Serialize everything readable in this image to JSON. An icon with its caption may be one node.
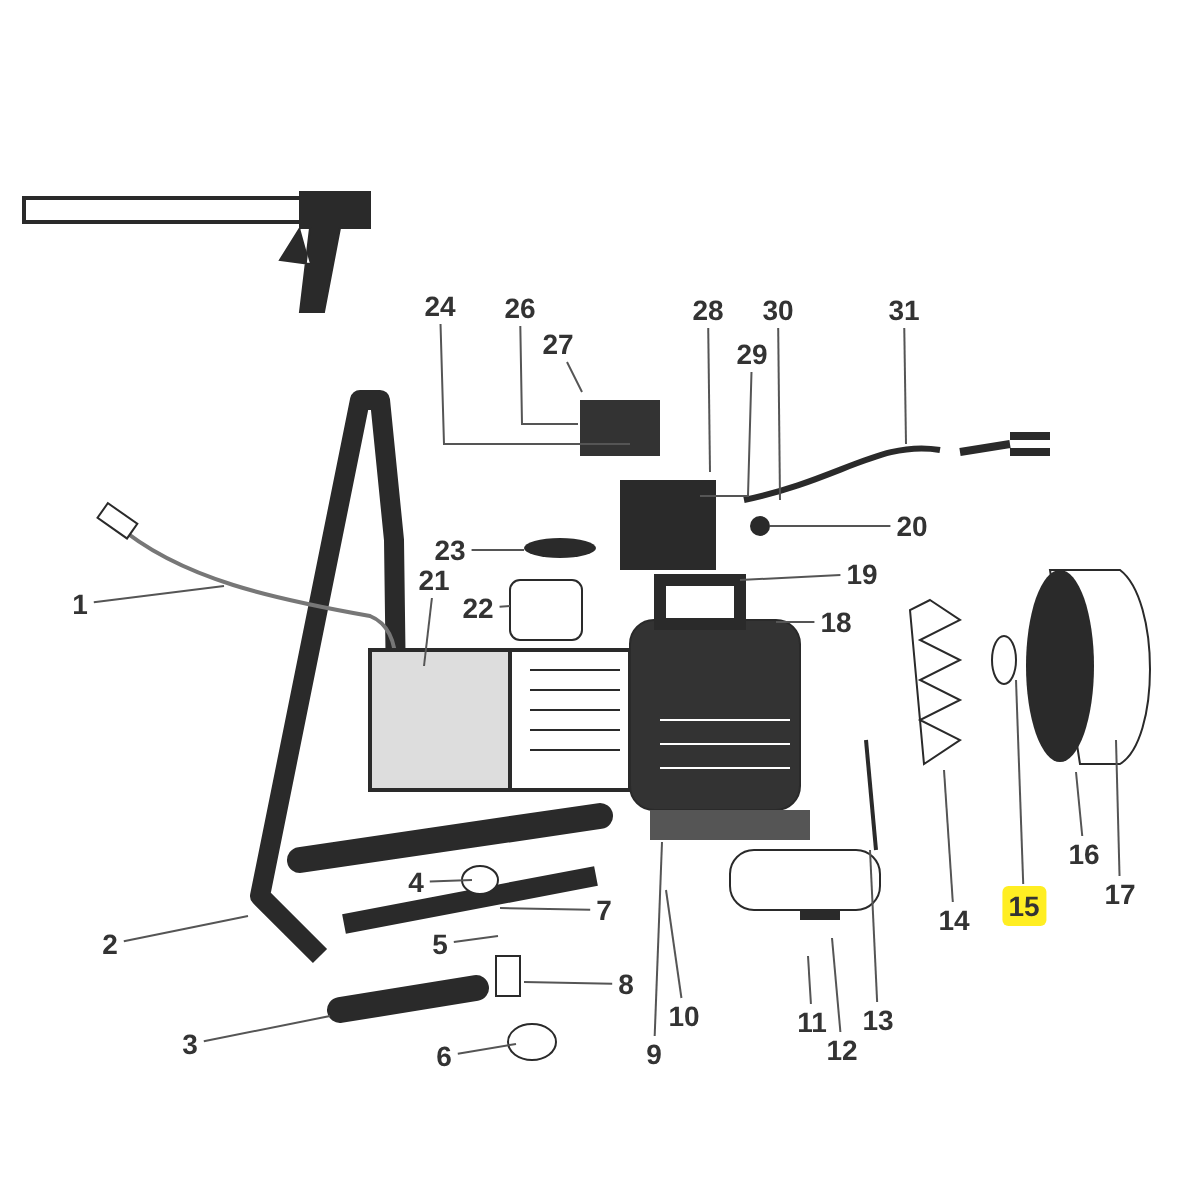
{
  "diagram": {
    "nodes": [
      {
        "text": [
          "1"
        ]
      },
      {
        "text": [
          "2"
        ]
      },
      {
        "text": [
          "3"
        ]
      },
      {
        "text": [
          "4"
        ]
      },
      {
        "text": [
          "5"
        ]
      },
      {
        "text": [
          "6"
        ]
      },
      {
        "text": [
          "7"
        ]
      },
      {
        "text": [
          "8"
        ]
      },
      {
        "text": [
          "9"
        ]
      },
      {
        "text": [
          "10"
        ]
      },
      {
        "text": [
          "11"
        ]
      },
      {
        "text": [
          "12"
        ]
      },
      {
        "text": [
          "13"
        ]
      },
      {
        "text": [
          "14"
        ]
      },
      {
        "text": [
          "15"
        ]
      },
      {
        "text": [
          "16"
        ]
      },
      {
        "text": [
          "17"
        ]
      },
      {
        "text": [
          "18"
        ]
      },
      {
        "text": [
          "19"
        ]
      },
      {
        "text": [
          "20"
        ]
      },
      {
        "text": [
          "21"
        ]
      },
      {
        "text": [
          "22"
        ]
      },
      {
        "text": [
          "23"
        ]
      },
      {
        "text": [
          "24"
        ]
      },
      {
        "text": [
          "26"
        ]
      },
      {
        "text": [
          "27"
        ]
      },
      {
        "text": [
          "28"
        ]
      },
      {
        "text": [
          "29"
        ]
      },
      {
        "text": [
          "30"
        ]
      },
      {
        "text": [
          "31"
        ]
      }
    ],
    "edges": [
      {
        "from": 0,
        "to": null,
        "arrow": "none"
      },
      {
        "from": 1,
        "to": null,
        "arrow": "none"
      },
      {
        "from": 2,
        "to": null,
        "arrow": "none"
      },
      {
        "from": 3,
        "to": null,
        "arrow": "none"
      },
      {
        "from": 4,
        "to": null,
        "arrow": "none"
      },
      {
        "from": 5,
        "to": null,
        "arrow": "none"
      },
      {
        "from": 6,
        "to": null,
        "arrow": "none"
      },
      {
        "from": 7,
        "to": null,
        "arrow": "none"
      },
      {
        "from": 8,
        "to": null,
        "arrow": "none"
      },
      {
        "from": 9,
        "to": null,
        "arrow": "none"
      },
      {
        "from": 10,
        "to": null,
        "arrow": "none"
      },
      {
        "from": 11,
        "to": null,
        "arrow": "none"
      },
      {
        "from": 12,
        "to": null,
        "arrow": "none"
      },
      {
        "from": 13,
        "to": null,
        "arrow": "none"
      },
      {
        "from": 14,
        "to": null,
        "arrow": "none"
      },
      {
        "from": 15,
        "to": null,
        "arrow": "none"
      },
      {
        "from": 16,
        "to": null,
        "arrow": "none"
      },
      {
        "from": 17,
        "to": null,
        "arrow": "none"
      },
      {
        "from": 18,
        "to": null,
        "arrow": "none"
      },
      {
        "from": 19,
        "to": null,
        "arrow": "none"
      },
      {
        "from": 20,
        "to": null,
        "arrow": "none"
      },
      {
        "from": 21,
        "to": null,
        "arrow": "none"
      },
      {
        "from": 22,
        "to": null,
        "arrow": "none"
      },
      {
        "from": 23,
        "to": null,
        "arrow": "none"
      },
      {
        "from": 24,
        "to": null,
        "arrow": "none"
      },
      {
        "from": 25,
        "to": null,
        "arrow": "none"
      },
      {
        "from": 26,
        "to": null,
        "arrow": "none"
      },
      {
        "from": 27,
        "to": null,
        "arrow": "none"
      },
      {
        "from": 28,
        "to": null,
        "arrow": "none"
      },
      {
        "from": 29,
        "to": null,
        "arrow": "none"
      }
    ]
  }
}
